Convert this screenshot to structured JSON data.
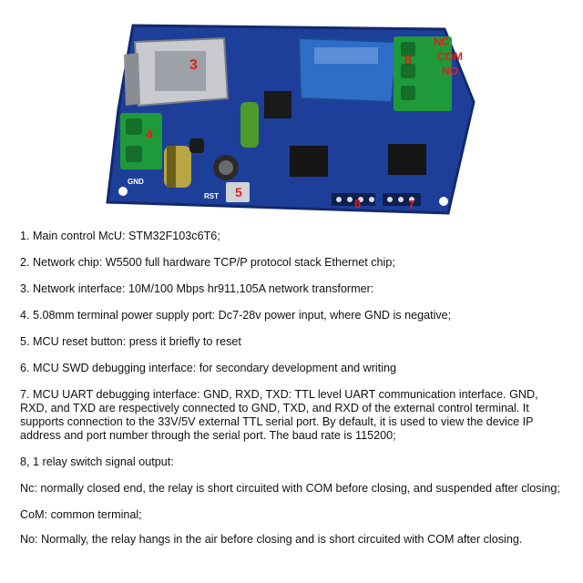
{
  "board": {
    "labels": {
      "nc": "NC",
      "com": "COM",
      "no": "NO",
      "gnd": "GND",
      "rst": "RST",
      "n3": "3",
      "n4": "4",
      "n5": "5",
      "n6": "6",
      "n7": "7",
      "n8": "8"
    },
    "colors": {
      "pcb": "#1d3f9a",
      "terminal": "#1e9a3a",
      "relay": "#2e6ec8",
      "callout": "#e0201b"
    }
  },
  "items": [
    "1. Main control McU: STM32F103c6T6;",
    "2. Network chip: W5500 full hardware TCP/P protocol stack Ethernet chip;",
    "3. Network interface: 10M/100 Mbps hr911,105A network transformer:",
    "4. 5.08mm terminal power supply port: Dc7-28v power input, where GND is negative;",
    "5. MCU reset button: press it briefly to reset",
    "6. MCU SWD debugging interface: for secondary development and writing",
    "7. MCU UART debugging interface: GND, RXD, TXD: TTL level UART communication interface. GND, RXD, and TXD are respectively connected to GND, TXD, and RXD of the external control terminal. It supports connection to the 33V/5V external TTL serial port. By default, it is used to view the device IP address and port number through the serial port. The baud rate is 115200;",
    "8, 1 relay switch signal output:",
    "Nc: normally closed end, the relay is short circuited with COM before closing, and suspended after closing;",
    "CoM: common terminal;",
    "No: Normally, the relay hangs in the air before closing and is short circuited with COM after closing."
  ]
}
